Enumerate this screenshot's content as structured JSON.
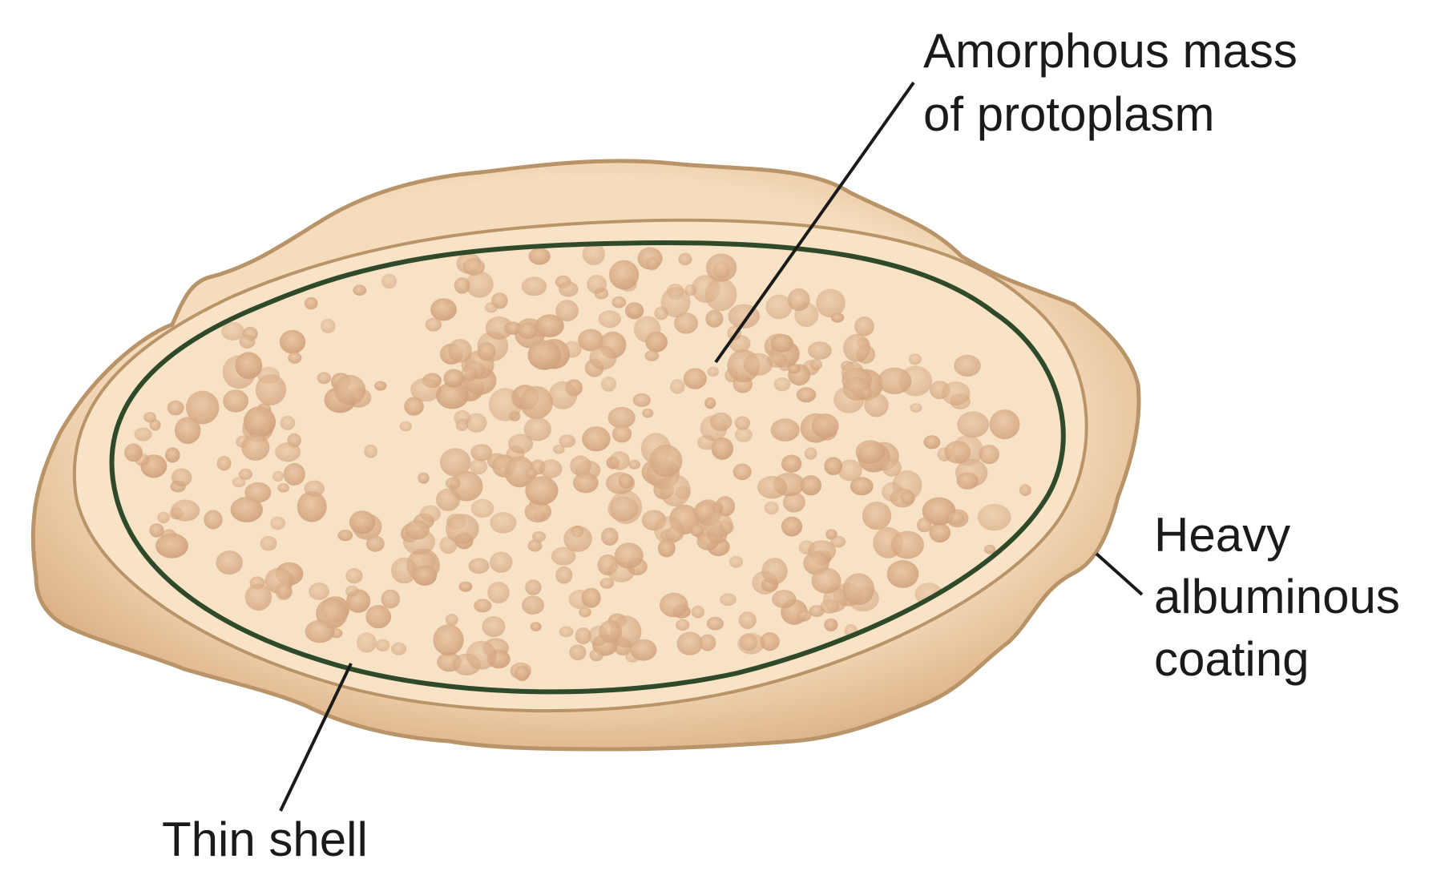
{
  "labels": {
    "protoplasm_line1": "Amorphous mass",
    "protoplasm_line2": "of protoplasm",
    "coating_line1": "Heavy",
    "coating_line2": "albuminous",
    "coating_line3": "coating",
    "shell": "Thin shell"
  },
  "colors": {
    "coating_fill": "#f5dcbc",
    "coating_edge": "#b89468",
    "coating_shadow": "#d9ad80",
    "inner_ring_fill": "#f9e3c6",
    "shell_line": "#2f4a2a",
    "protoplasm_fill": "#f7e2c5",
    "granule": "#dcb08c",
    "leader_line": "#1a1a1a"
  }
}
